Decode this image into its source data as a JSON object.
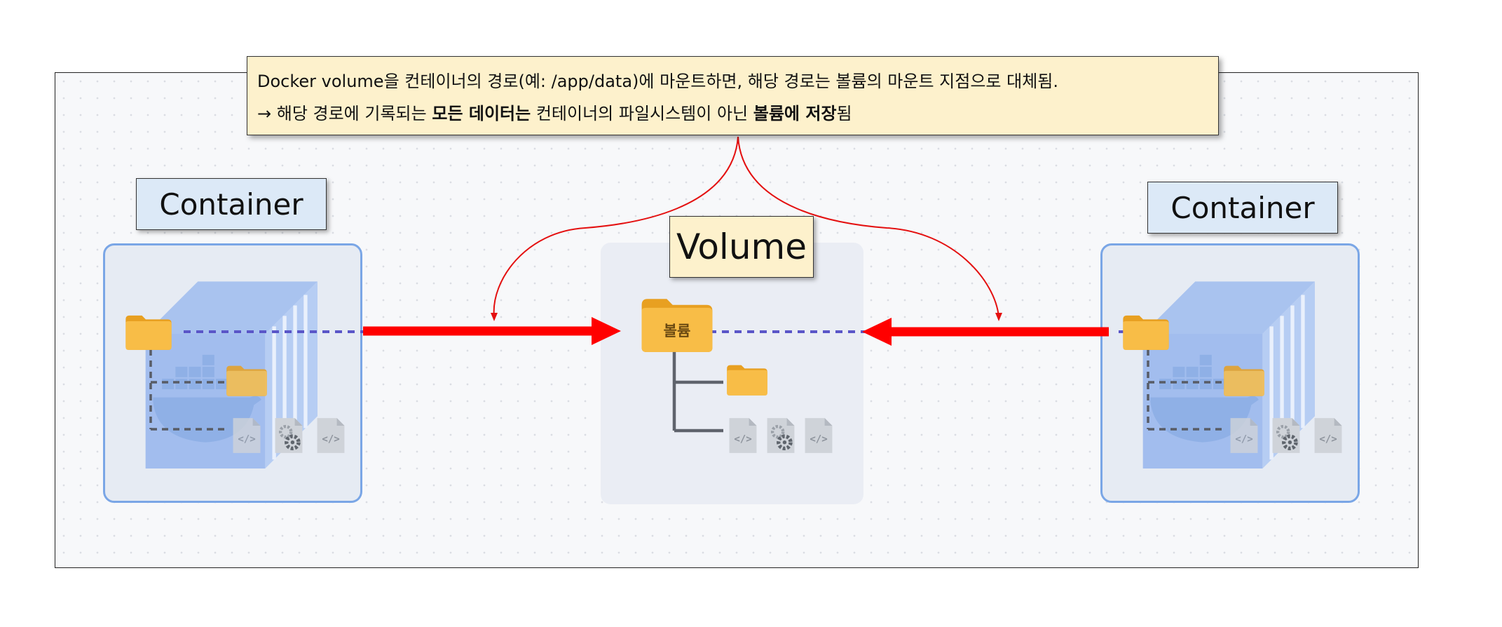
{
  "note": {
    "line1": "Docker volume을 컨테이너의 경로(예: /app/data)에 마운트하면, 해당 경로는 볼륨의 마운트 지점으로 대체됨.",
    "line2_prefix": "→ 해당 경로에 기록되는 ",
    "line2_bold1": "모든 데이터는",
    "line2_middle": " 컨테이너의 파일시스템이 아닌 ",
    "line2_bold2": "볼륨에 저장",
    "line2_suffix": "됨"
  },
  "left_container": {
    "label": "Container"
  },
  "right_container": {
    "label": "Container"
  },
  "volume": {
    "label": "Volume",
    "folder_text": "볼륨"
  },
  "colors": {
    "arrow": "#ff0000",
    "dashed_link": "#5a56c8",
    "folder": "#f8b93a",
    "container_border": "#7aa6e6",
    "label_fill": "#dce9f7",
    "note_fill": "#fdf1cc"
  },
  "icons": [
    "folder-icon",
    "container-box-icon",
    "docker-whale-icon",
    "code-file-icon",
    "settings-file-icon"
  ]
}
